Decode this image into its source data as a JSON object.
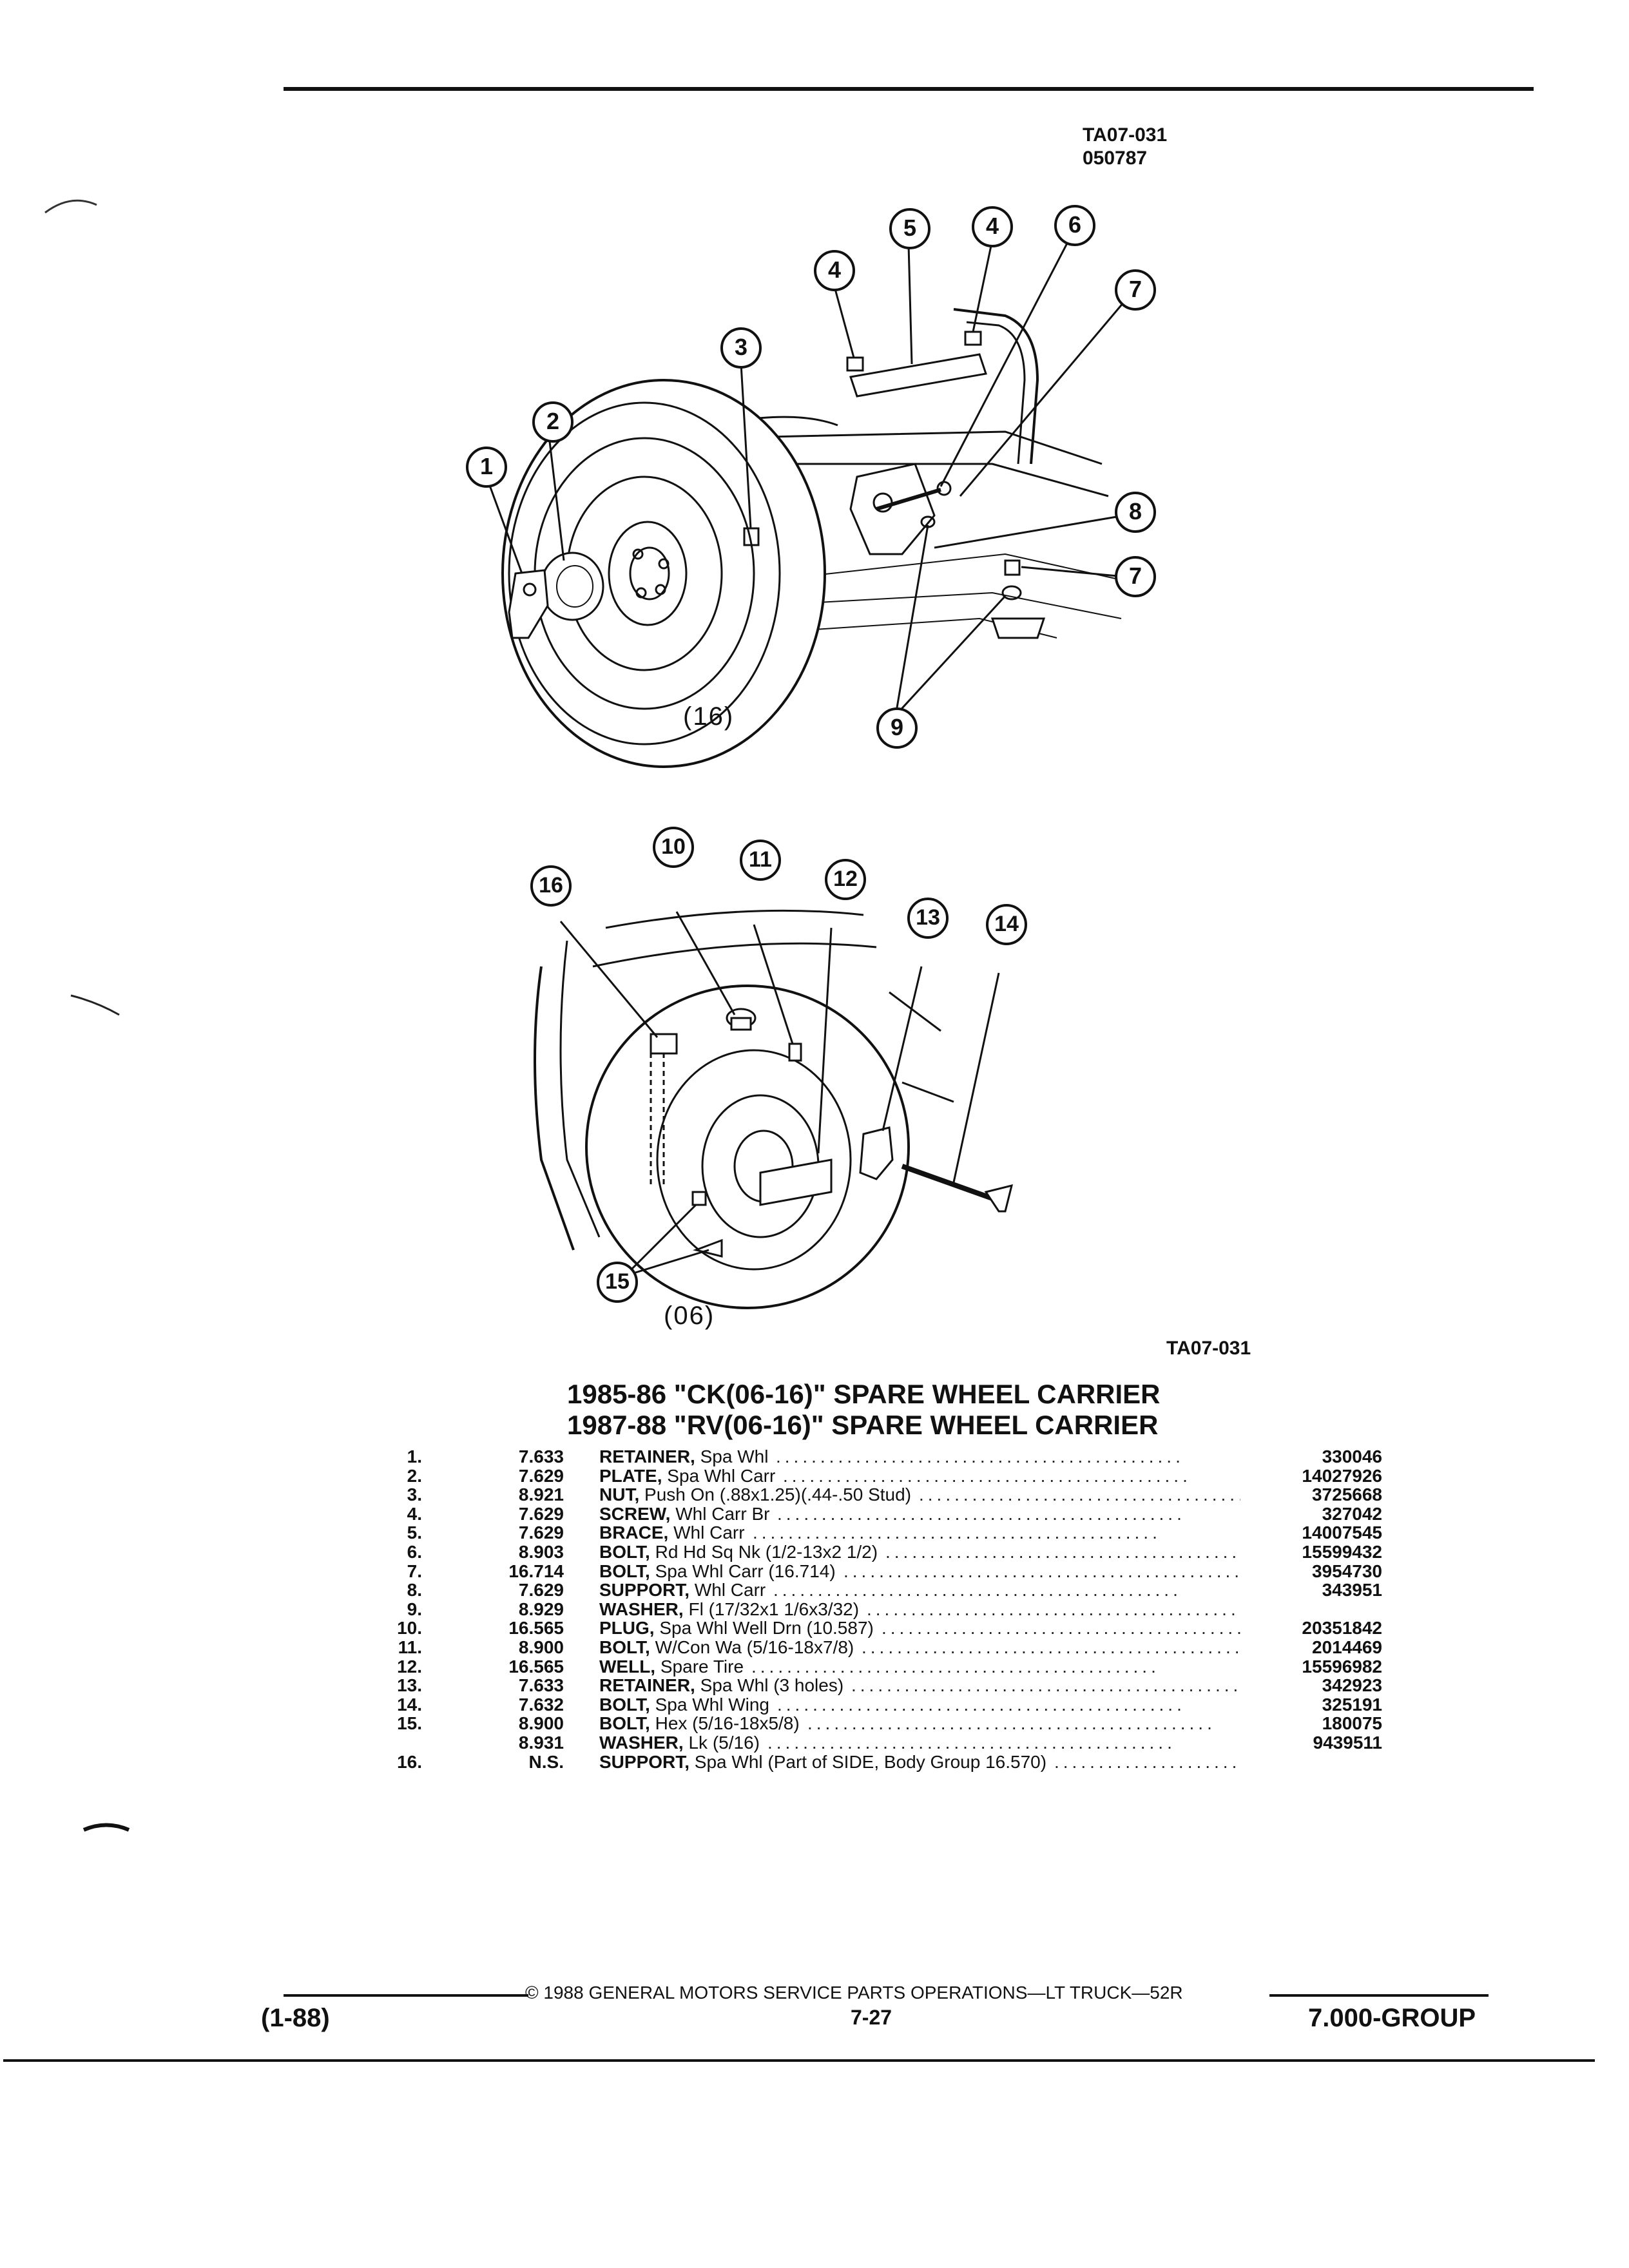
{
  "header": {
    "code_top": "TA07-031",
    "code_date": "050787"
  },
  "figure_top": {
    "label": "(16)",
    "callouts": [
      "1",
      "2",
      "3",
      "4",
      "5",
      "4",
      "6",
      "7",
      "8",
      "7",
      "9"
    ]
  },
  "figure_bottom": {
    "label": "(06)",
    "code": "TA07-031",
    "callouts": [
      "10",
      "11",
      "12",
      "13",
      "14",
      "15",
      "16"
    ]
  },
  "titles": {
    "line1": "1985-86 \"CK(06-16)\" SPARE WHEEL CARRIER",
    "line2": "1987-88 \"RV(06-16)\" SPARE WHEEL CARRIER"
  },
  "parts": [
    {
      "num": "1.",
      "group": "7.633",
      "name": "RETAINER,",
      "desc": " Spa Whl",
      "part": "330046"
    },
    {
      "num": "2.",
      "group": "7.629",
      "name": "PLATE,",
      "desc": " Spa Whl Carr",
      "part": "14027926"
    },
    {
      "num": "3.",
      "group": "8.921",
      "name": "NUT,",
      "desc": " Push On (.88x1.25)(.44-.50 Stud)",
      "part": "3725668"
    },
    {
      "num": "4.",
      "group": "7.629",
      "name": "SCREW,",
      "desc": " Whl Carr Br",
      "part": "327042"
    },
    {
      "num": "5.",
      "group": "7.629",
      "name": "BRACE,",
      "desc": " Whl Carr",
      "part": "14007545"
    },
    {
      "num": "6.",
      "group": "8.903",
      "name": "BOLT,",
      "desc": " Rd Hd Sq Nk (1/2-13x2 1/2)",
      "part": "15599432"
    },
    {
      "num": "7.",
      "group": "16.714",
      "name": "BOLT,",
      "desc": " Spa Whl Carr (16.714)",
      "part": "3954730"
    },
    {
      "num": "8.",
      "group": "7.629",
      "name": "SUPPORT,",
      "desc": " Whl Carr",
      "part": "343951"
    },
    {
      "num": "9.",
      "group": "8.929",
      "name": "WASHER,",
      "desc": " Fl (17/32x1 1/6x3/32)",
      "part": ""
    },
    {
      "num": "10.",
      "group": "16.565",
      "name": "PLUG,",
      "desc": " Spa Whl Well Drn (10.587)",
      "part": "20351842"
    },
    {
      "num": "11.",
      "group": "8.900",
      "name": "BOLT,",
      "desc": " W/Con Wa (5/16-18x7/8)",
      "part": "2014469"
    },
    {
      "num": "12.",
      "group": "16.565",
      "name": "WELL,",
      "desc": " Spare Tire",
      "part": "15596982"
    },
    {
      "num": "13.",
      "group": "7.633",
      "name": "RETAINER,",
      "desc": " Spa Whl (3 holes)",
      "part": "342923"
    },
    {
      "num": "14.",
      "group": "7.632",
      "name": "BOLT,",
      "desc": " Spa Whl Wing",
      "part": "325191"
    },
    {
      "num": "15.",
      "group": "8.900",
      "name": "BOLT,",
      "desc": " Hex (5/16-18x5/8)",
      "part": "180075"
    },
    {
      "num": "",
      "group": "8.931",
      "name": "WASHER,",
      "desc": " Lk (5/16)",
      "part": "9439511"
    },
    {
      "num": "16.",
      "group": "N.S.",
      "name": "SUPPORT,",
      "desc": " Spa Whl (Part of SIDE, Body Group 16.570)",
      "part": ""
    }
  ],
  "footer": {
    "copyright": "© 1988 GENERAL MOTORS SERVICE PARTS OPERATIONS—LT TRUCK—52R",
    "date": "(1-88)",
    "page": "7-27",
    "group": "7.000-GROUP"
  }
}
